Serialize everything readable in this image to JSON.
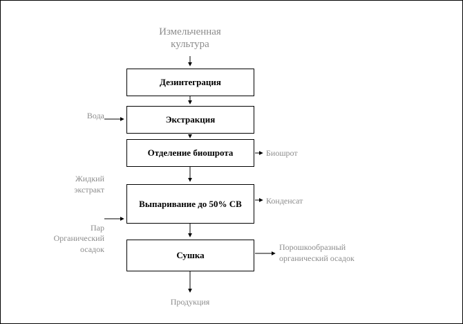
{
  "diagram": {
    "title": {
      "line1": "Измельченная",
      "line2": "культура"
    },
    "process_boxes": [
      {
        "label": "Дезинтеграция"
      },
      {
        "label": "Экстракция"
      },
      {
        "label": "Отделение биошрота"
      },
      {
        "label": "Выпаривание до 50% СВ"
      },
      {
        "label": "Сушка"
      }
    ],
    "inputs": [
      {
        "label": "Вода"
      },
      {
        "label": "Пар"
      }
    ],
    "stream_labels": [
      {
        "line1": "Жидкий",
        "line2": "экстракт"
      },
      {
        "line1": "Органический",
        "line2": "осадок"
      }
    ],
    "outputs": [
      {
        "label": "Биошрот"
      },
      {
        "label": "Конденсат"
      },
      {
        "line1": "Порошкообразный",
        "line2": "органический осадок"
      }
    ],
    "bottom_label": "Продукция",
    "colors": {
      "muted_text": "#8c8c8c",
      "line": "#000000",
      "box_bg": "#ffffff",
      "box_border": "#000000"
    }
  }
}
